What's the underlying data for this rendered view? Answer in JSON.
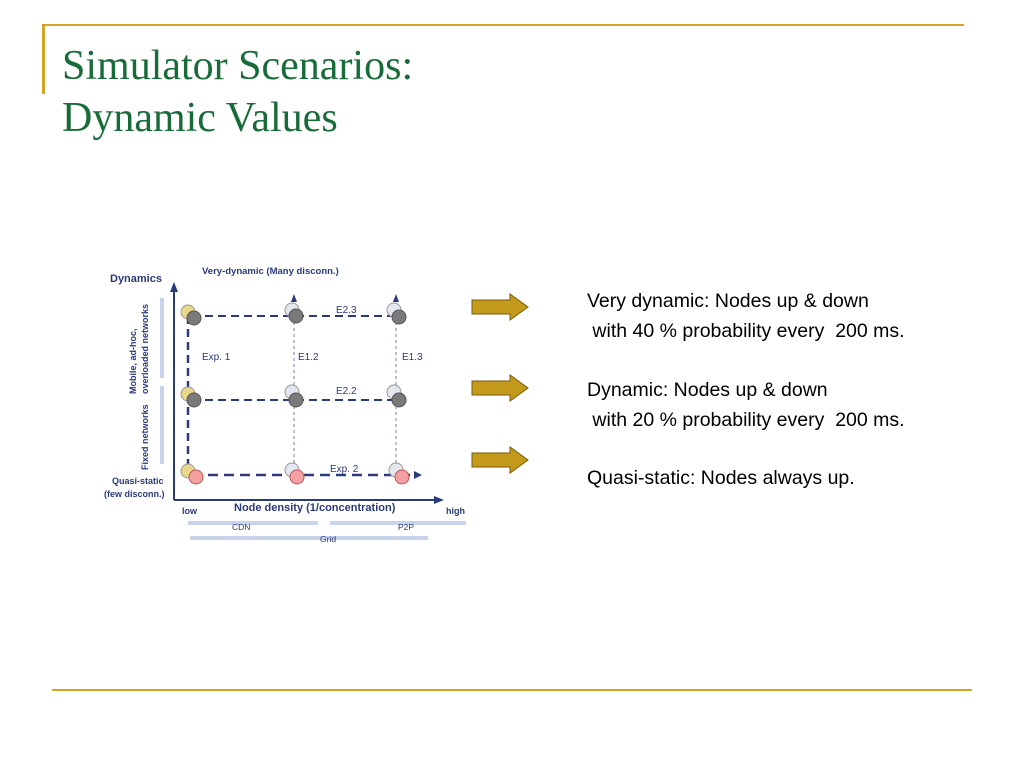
{
  "slide": {
    "title_line1": "Simulator Scenarios:",
    "title_line2": "Dynamic Values",
    "accent_color": "#d4a424",
    "title_color": "#1a6b3a"
  },
  "diagram": {
    "y_axis_title": "Dynamics",
    "top_label": "Very-dynamic (Many disconn.)",
    "y_side_label_line1": "Mobile, ad-hoc,",
    "y_side_label_line2": "overloaded networks",
    "y_side_label_lower": "Fixed networks",
    "quasi_static_line1": "Quasi-static",
    "quasi_static_line2": "(few disconn.)",
    "x_axis_title": "Node density (1/concentration)",
    "x_low": "low",
    "x_high": "high",
    "range_cdn": "CDN",
    "range_p2p": "P2P",
    "range_grid": "Grid",
    "label_e23": "E2.3",
    "label_e22": "E2.2",
    "label_exp2": "Exp. 2",
    "label_exp1": "Exp. 1",
    "label_e12": "E1.2",
    "label_e13": "E1.3",
    "diagram_color": "#2b3a7a"
  },
  "legend": [
    {
      "line1": "Very dynamic: Nodes up & down",
      "line2": " with 40 % probability every  200 ms."
    },
    {
      "line1": "Dynamic: Nodes up & down",
      "line2": " with 20 % probability every  200 ms."
    },
    {
      "line1": "Quasi-static: Nodes always up.",
      "line2": ""
    }
  ],
  "arrow_color": "#c49a1c"
}
